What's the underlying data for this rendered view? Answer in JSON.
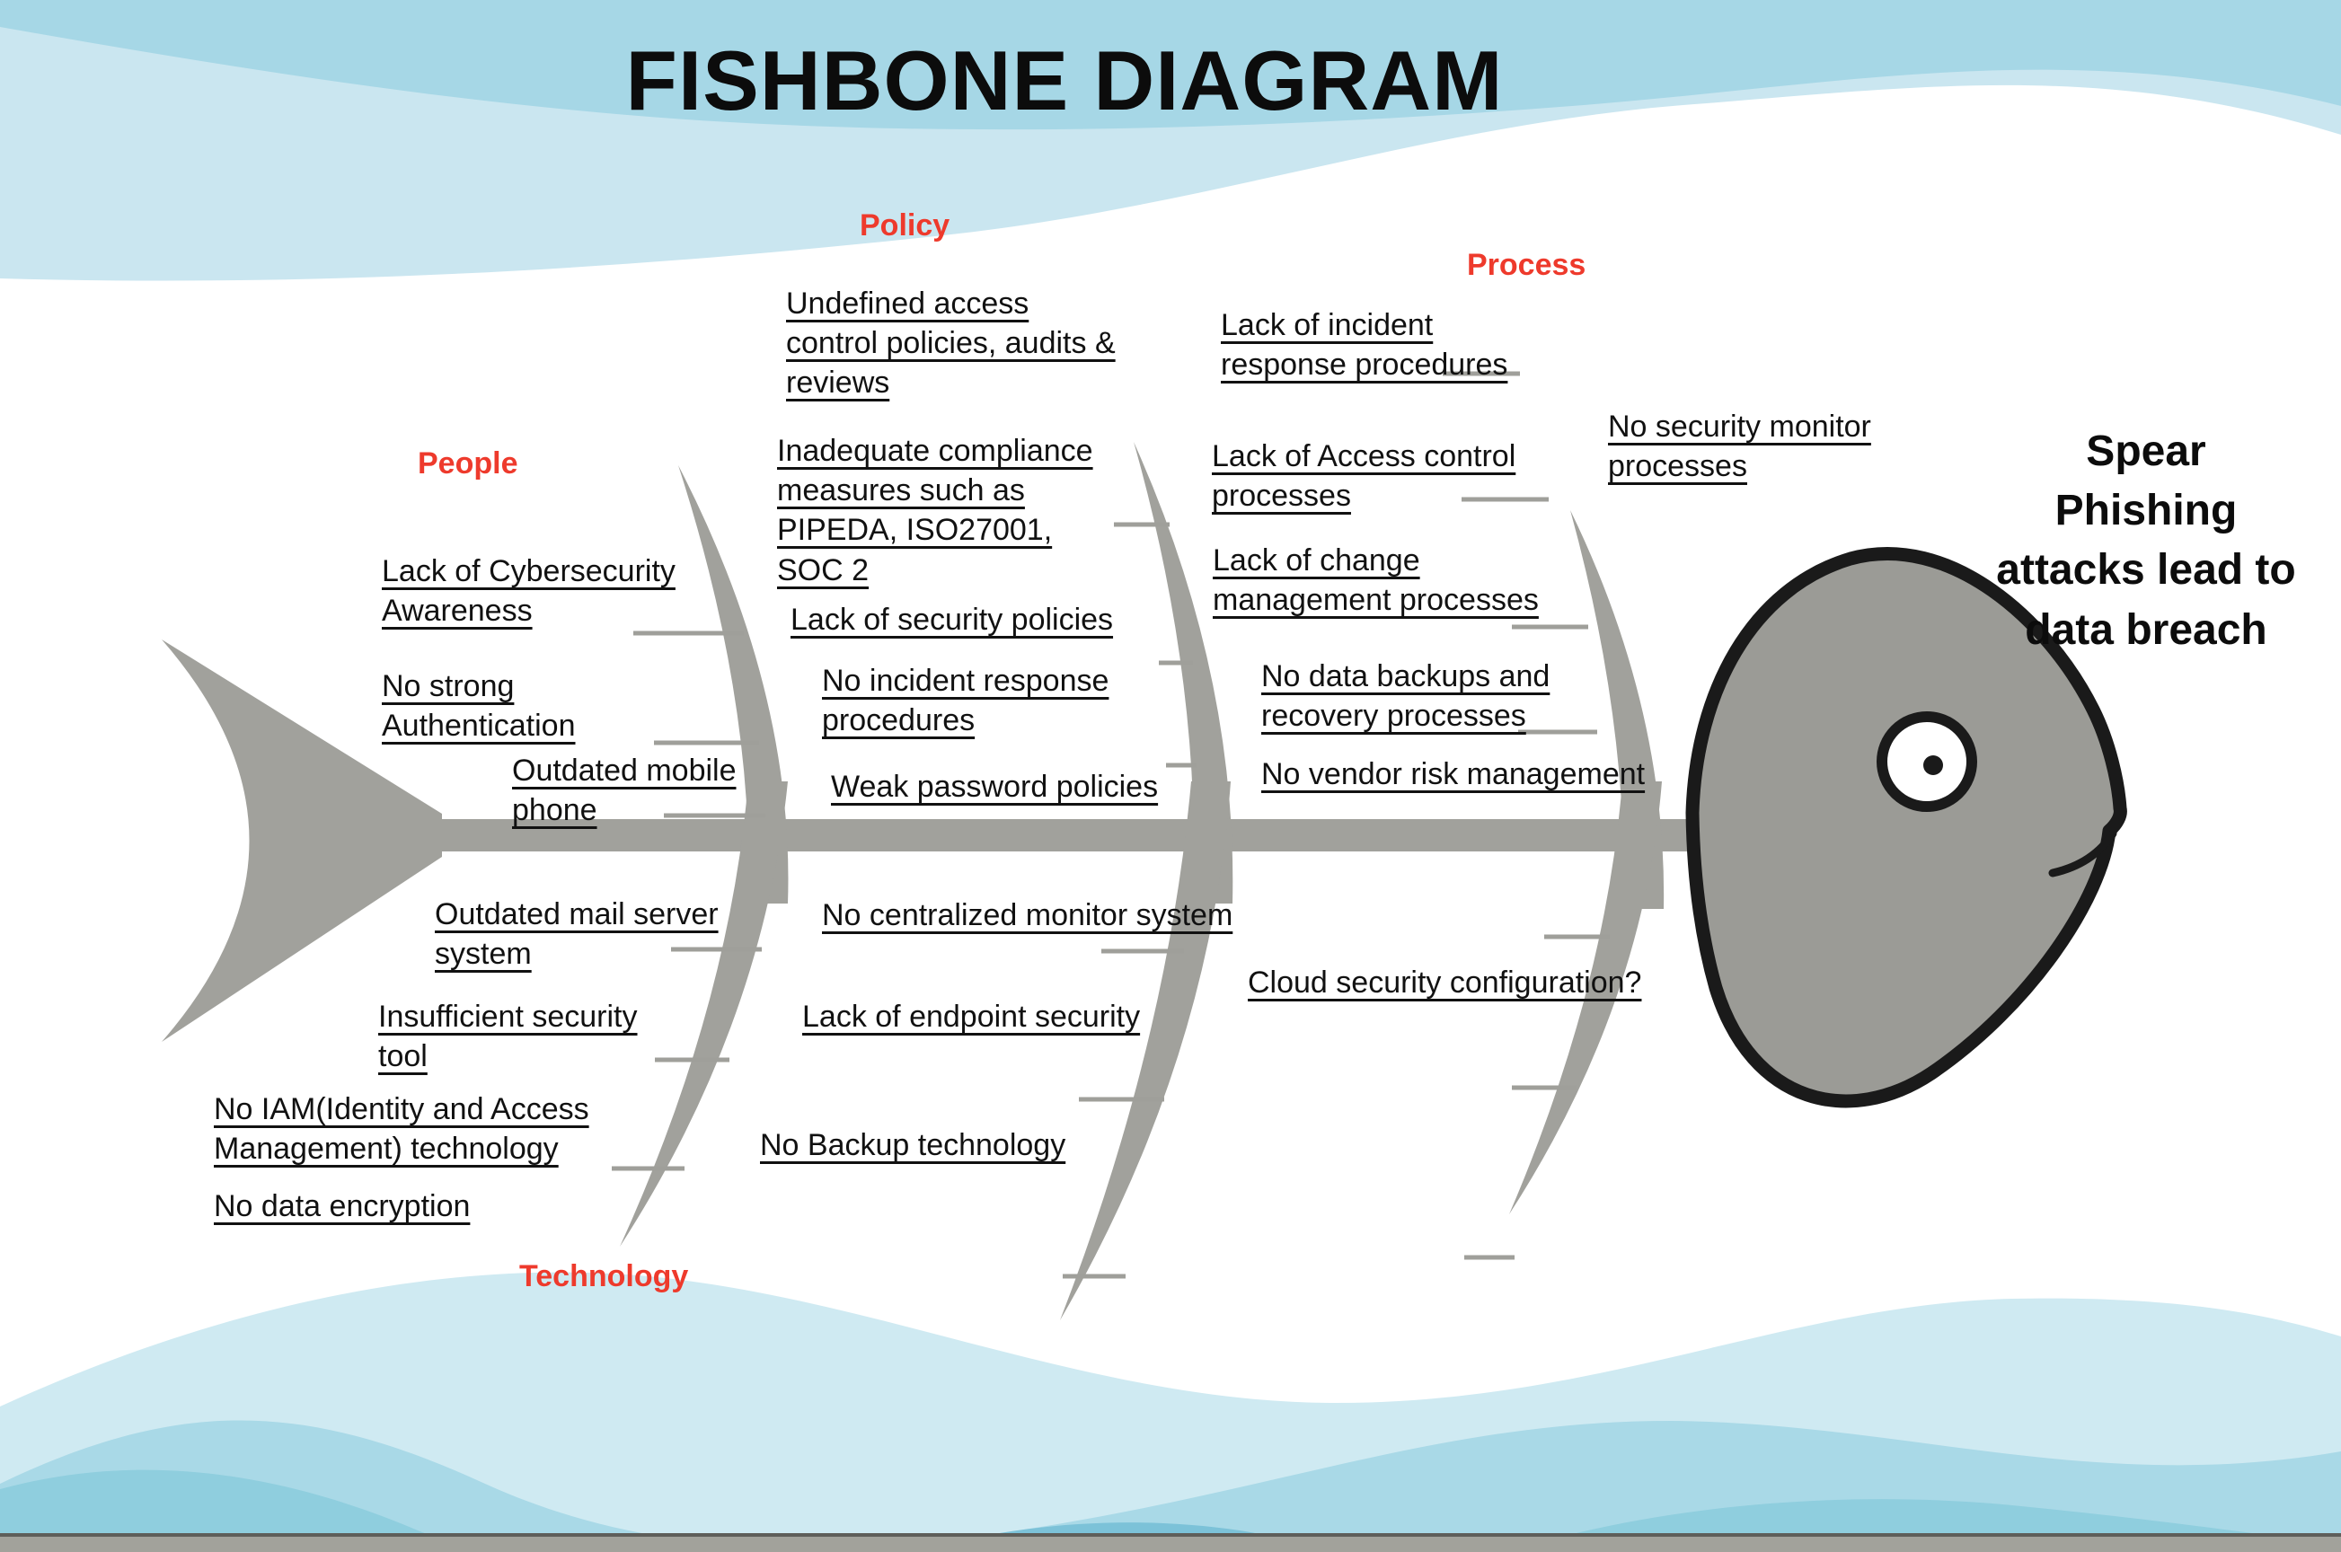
{
  "title": "FISHBONE DIAGRAM",
  "head": {
    "problem": "Spear Phishing attacks lead to data breach"
  },
  "colors": {
    "category_label": "#ee3a2c",
    "bone_gray": "#a1a19c",
    "head_fill": "#9b9b96",
    "outline_black": "#1a1a1a",
    "text_black": "#111111",
    "wave_top_dark": "#a6d7e6",
    "wave_top_light": "#cae6f0",
    "wave_bottom_light": "#cfeaf2",
    "wave_bottom_mid": "#a9d9e7",
    "wave_bottom_dark": "#8fcede"
  },
  "categories": [
    {
      "label": "People",
      "causes": [
        "Lack of Cybersecurity Awareness",
        "No strong Authentication",
        "Outdated mobile phone"
      ]
    },
    {
      "label": "Policy",
      "causes": [
        "Undefined access control policies, audits & reviews",
        "Inadequate compliance measures such as PIPEDA, ISO27001, SOC 2",
        "Lack of security policies",
        "No incident response procedures",
        "Weak password policies"
      ]
    },
    {
      "label": "Process",
      "causes": [
        "Lack of incident response procedures",
        "Lack of Access control processes",
        "No security monitor processes",
        "Lack of change management processes",
        "No data backups and recovery processes",
        "No vendor risk management"
      ]
    },
    {
      "label": "Technology",
      "causes": [
        "Outdated mail server system",
        "Insufficient security tool",
        "No IAM(Identity and Access Management) technology",
        "No data encryption"
      ]
    },
    {
      "causes": [
        "No centralized monitor system",
        "Lack of endpoint security",
        "No Backup technology"
      ]
    },
    {
      "causes": [
        "Cloud security configuration?"
      ]
    }
  ]
}
